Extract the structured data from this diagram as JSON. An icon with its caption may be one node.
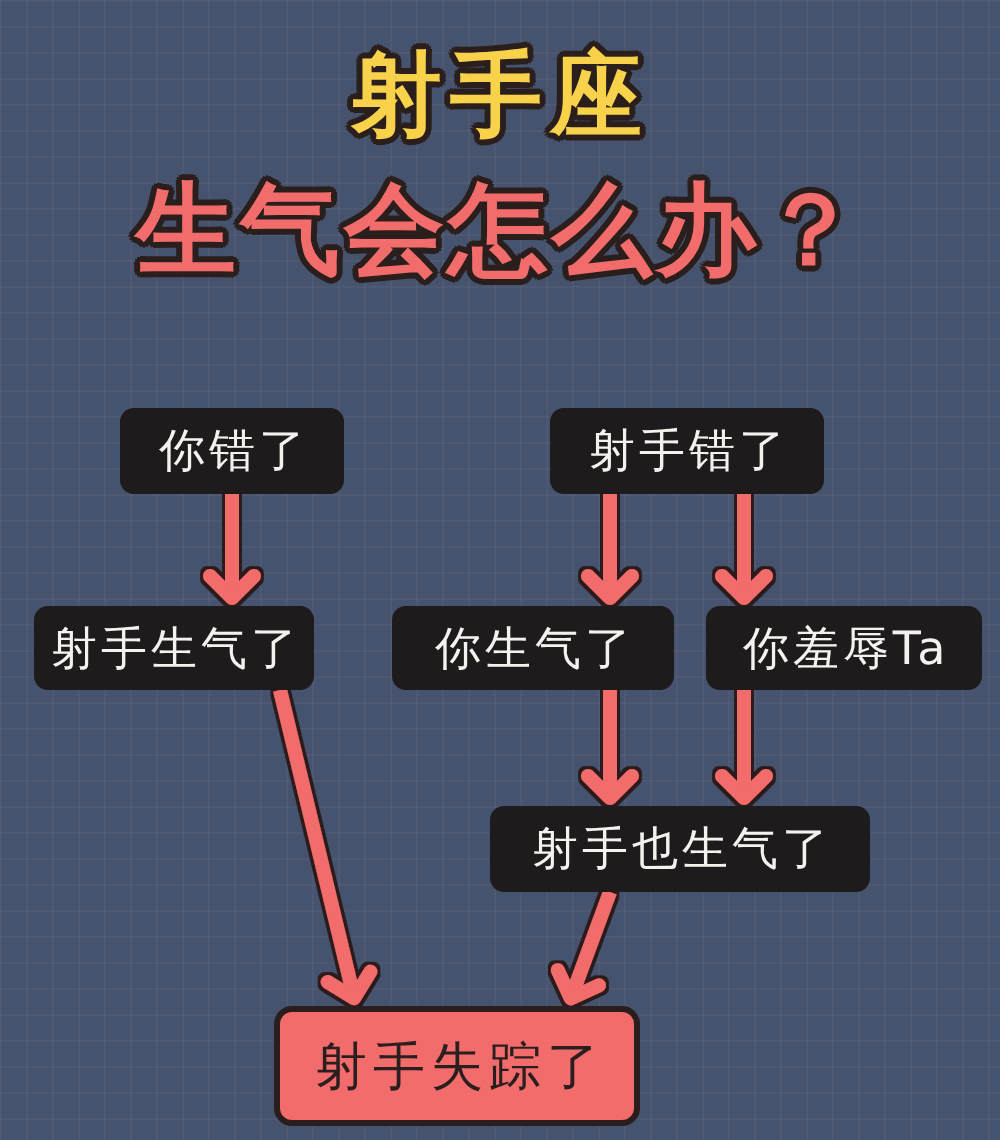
{
  "diagram": {
    "title": "射手座",
    "nodes": [
      {
        "text": [
          "你错了"
        ]
      },
      {
        "text": [
          "射手错了"
        ]
      },
      {
        "text": [
          "射手生气了"
        ]
      },
      {
        "text": [
          "你生气了"
        ]
      },
      {
        "text": [
          "你羞辱Ta"
        ]
      },
      {
        "text": [
          "射手也生气了"
        ]
      },
      {
        "text": [
          "射手失踪了"
        ]
      }
    ],
    "edges": [
      {
        "from": 0,
        "to": 2,
        "arrow": "to"
      },
      {
        "from": 1,
        "to": 3,
        "arrow": "to"
      },
      {
        "from": 1,
        "to": 4,
        "arrow": "to"
      },
      {
        "from": 3,
        "to": 5,
        "arrow": "to"
      },
      {
        "from": 4,
        "to": 5,
        "arrow": "to"
      },
      {
        "from": 2,
        "to": 6,
        "arrow": "to"
      },
      {
        "from": 5,
        "to": 6,
        "arrow": "to"
      }
    ],
    "labels": [
      "生气会怎么办？"
    ]
  }
}
